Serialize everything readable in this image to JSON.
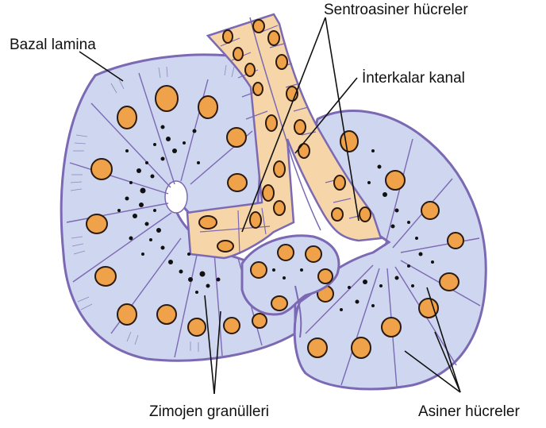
{
  "labels": {
    "basal_lamina": "Bazal lamina",
    "centroacinar": "Sentroasiner hücreler",
    "intercalated_duct": "İnterkalar kanal",
    "zymogen": "Zimojen granülleri",
    "acinar": "Asiner hücreler"
  },
  "colors": {
    "acinar_fill": "#cfd6ef",
    "membrane": "#7b69b3",
    "duct_fill": "#f6d6a8",
    "nucleus_fill": "#f0a24a",
    "granule": "#111111",
    "leader": "#111111"
  }
}
